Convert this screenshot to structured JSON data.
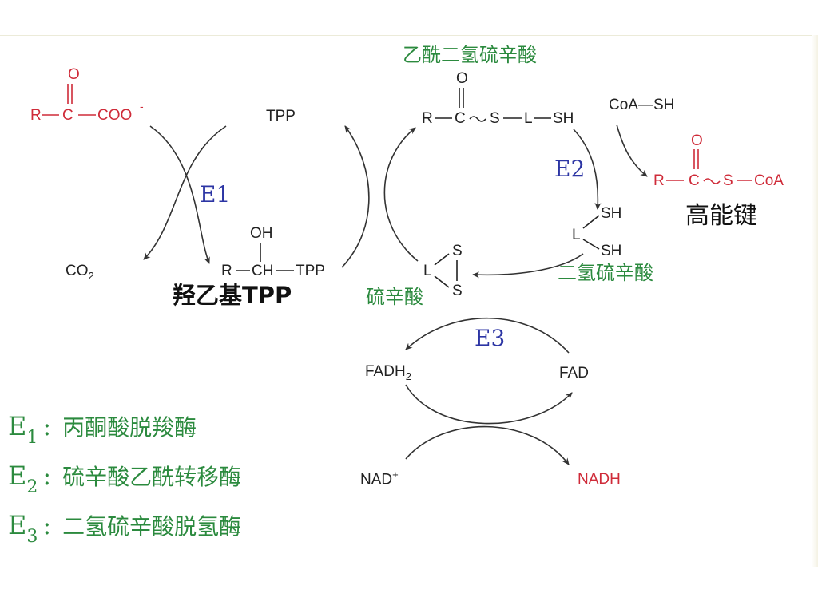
{
  "pyruvate": {
    "r": "R",
    "c": "C",
    "coo": "COO",
    "charge": "-",
    "o": "O"
  },
  "tpp": {
    "label": "TPP"
  },
  "co2": {
    "main": "CO",
    "sub": "2"
  },
  "hydroxyethyl_tpp": {
    "oh": "OH",
    "r": "R",
    "ch": "CH",
    "tpp": "TPP",
    "name": "羟乙基TPP"
  },
  "acetyl_dihydrolipoamide": {
    "name": "乙酰二氢硫辛酸",
    "r": "R",
    "c": "C",
    "s": "S",
    "l": "L",
    "sh": "SH",
    "o": "O"
  },
  "coa_sh": {
    "label": "CoA—SH"
  },
  "acyl_coa": {
    "r": "R",
    "c": "C",
    "s": "S",
    "coa": "CoA",
    "o": "O",
    "note": "高能键"
  },
  "dihydrolipoamide": {
    "l": "L",
    "sh1": "SH",
    "sh2": "SH",
    "name": "二氢硫辛酸"
  },
  "lipoamide": {
    "l": "L",
    "s1": "S",
    "s2": "S",
    "name": "硫辛酸"
  },
  "enzymes": {
    "e1": "E1",
    "e2": "E2",
    "e3": "E3"
  },
  "e3_cycle": {
    "fadh2_main": "FADH",
    "fadh2_sub": "2",
    "fad": "FAD",
    "nad_main": "NAD",
    "nad_sup": "+",
    "nadh": "NADH"
  },
  "legend": [
    {
      "e": "E",
      "sub": "1",
      "colon": ":",
      "name": "丙酮酸脱羧酶"
    },
    {
      "e": "E",
      "sub": "2",
      "colon": ":",
      "name": "硫辛酸乙酰转移酶"
    },
    {
      "e": "E",
      "sub": "3",
      "colon": ":",
      "name": "二氢硫辛酸脱氢酶"
    }
  ],
  "colors": {
    "red": "#cf2b39",
    "green": "#2b8a3e",
    "blue": "#2c35a4",
    "ink": "#222222"
  }
}
